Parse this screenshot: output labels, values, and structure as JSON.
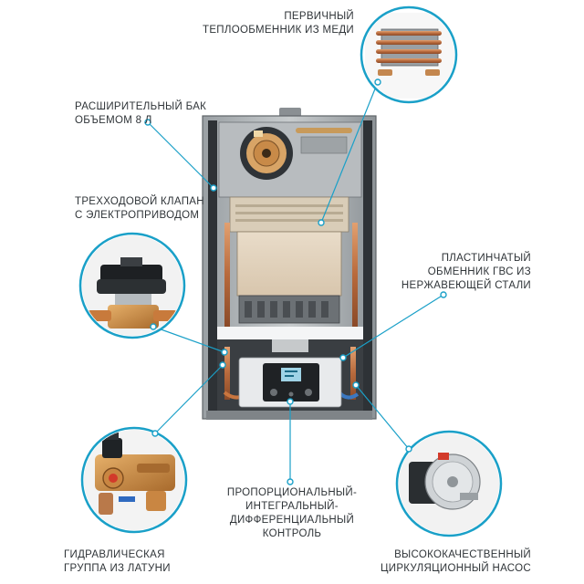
{
  "accent_color": "#1aa0c8",
  "labels": {
    "primary_exchanger": [
      "ПЕРВИЧНЫЙ",
      "ТЕПЛООБМЕННИК ИЗ МЕДИ"
    ],
    "expansion_tank": [
      "РАСШИРИТЕЛЬНЫЙ БАК",
      "ОБЪЕМОМ 8 Л"
    ],
    "three_way_valve": [
      "ТРЕХХОДОВОЙ КЛАПАН",
      "С ЭЛЕКТРОПРИВОДОМ"
    ],
    "plate_exchanger": [
      "ПЛАСТИНЧАТЫЙ",
      "ОБМЕННИК ГВС ИЗ",
      "НЕРЖАВЕЮЩЕЙ СТАЛИ"
    ],
    "pid_control": [
      "ПРОПОРЦИОНАЛЬНЫЙ-",
      "ИНТЕГРАЛЬНЫЙ-",
      "ДИФФЕРЕНЦИАЛЬНЫЙ",
      "КОНТРОЛЬ"
    ],
    "hydraulic_group": [
      "ГИДРАВЛИЧЕСКАЯ",
      "ГРУППА ИЗ ЛАТУНИ"
    ],
    "pump": [
      "ВЫСОКОКАЧЕСТВЕННЫЙ",
      "ЦИРКУЛЯЦИОННЫЙ НАСОС"
    ]
  }
}
